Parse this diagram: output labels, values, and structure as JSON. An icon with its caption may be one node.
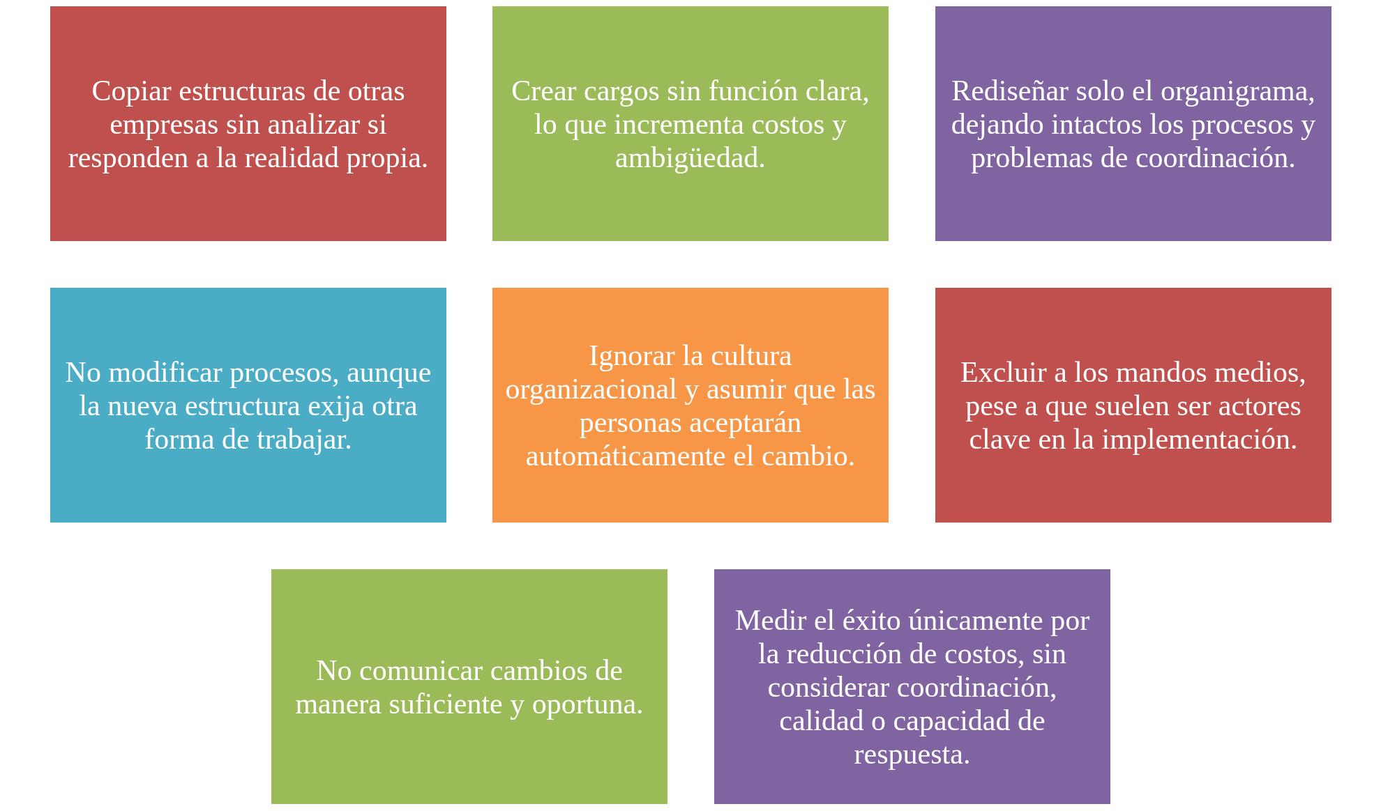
{
  "diagram": {
    "nodes": [
      {
        "text": [
          "Copiar estructuras de otras empresas sin analizar si responden a la realidad propia."
        ]
      },
      {
        "text": [
          "Crear cargos sin función clara, lo que incrementa costos y ambigüedad."
        ]
      },
      {
        "text": [
          "Rediseñar solo el organigrama, dejando intactos los procesos y problemas de coordinación."
        ]
      },
      {
        "text": [
          "No modificar procesos, aunque la nueva estructura exija otra forma de trabajar."
        ]
      },
      {
        "text": [
          "Ignorar la cultura organizacional y asumir que las personas aceptarán automáticamente el cambio."
        ]
      },
      {
        "text": [
          "Excluir a los mandos medios, pese a que suelen ser actores clave en la implementación."
        ]
      },
      {
        "text": [
          "No comunicar cambios de manera suficiente y oportuna."
        ]
      },
      {
        "text": [
          "Medir el éxito únicamente por la reducción de costos, sin considerar coordinación, calidad o capacidad de respuesta."
        ]
      }
    ]
  }
}
